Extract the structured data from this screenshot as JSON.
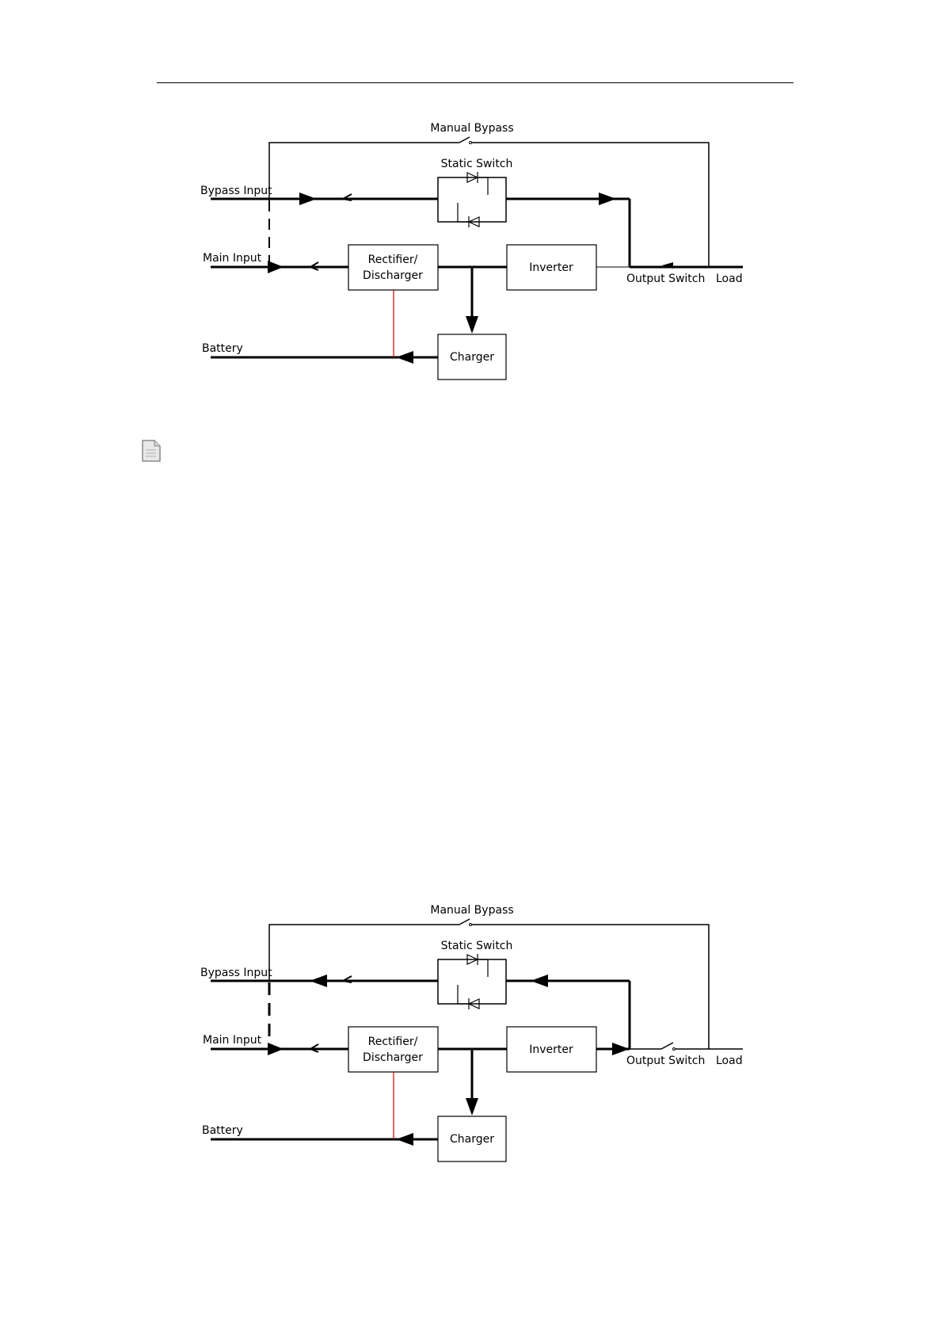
{
  "diagrams": [
    {
      "id": "normal-mode",
      "labels": {
        "manual_bypass": "Manual Bypass",
        "static_switch": "Static Switch",
        "bypass_input": "Bypass Input",
        "main_input": "Main Input",
        "battery": "Battery",
        "rectifier_line1": "Rectifier/",
        "rectifier_line2": "Discharger",
        "inverter": "Inverter",
        "charger": "Charger",
        "output_switch": "Output Switch",
        "load": "Load"
      }
    },
    {
      "id": "inverter-mode",
      "labels": {
        "manual_bypass": "Manual Bypass",
        "static_switch": "Static Switch",
        "bypass_input": "Bypass Input",
        "main_input": "Main Input",
        "battery": "Battery",
        "rectifier_line1": "Rectifier/",
        "rectifier_line2": "Discharger",
        "inverter": "Inverter",
        "charger": "Charger",
        "output_switch": "Output Switch",
        "load": "Load"
      }
    }
  ],
  "icons": {
    "note": "document-icon"
  },
  "colors": {
    "line": "#000000",
    "battery_link": "#cc0000",
    "icon_fill": "#e8e8e8",
    "icon_border": "#8a8a8a"
  }
}
